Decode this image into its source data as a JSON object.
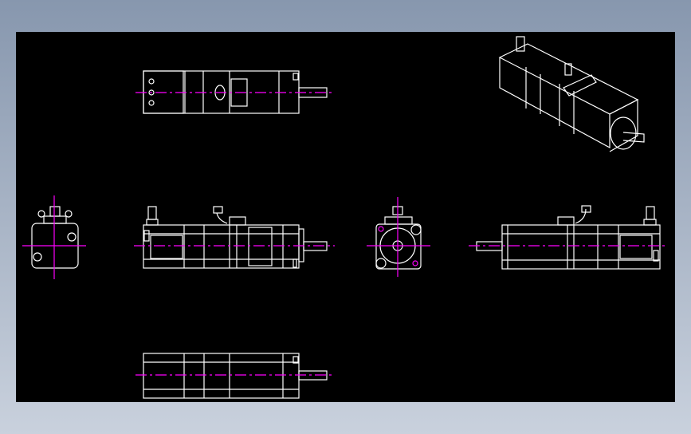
{
  "viewport": {
    "background_color": "#000000",
    "line_color": "#ffffff",
    "centerline_color": "#ff00ff"
  },
  "views": [
    "top-view",
    "side-view",
    "bottom-view",
    "left-end-view",
    "front-end-view",
    "rear-side-view",
    "isometric-view"
  ]
}
